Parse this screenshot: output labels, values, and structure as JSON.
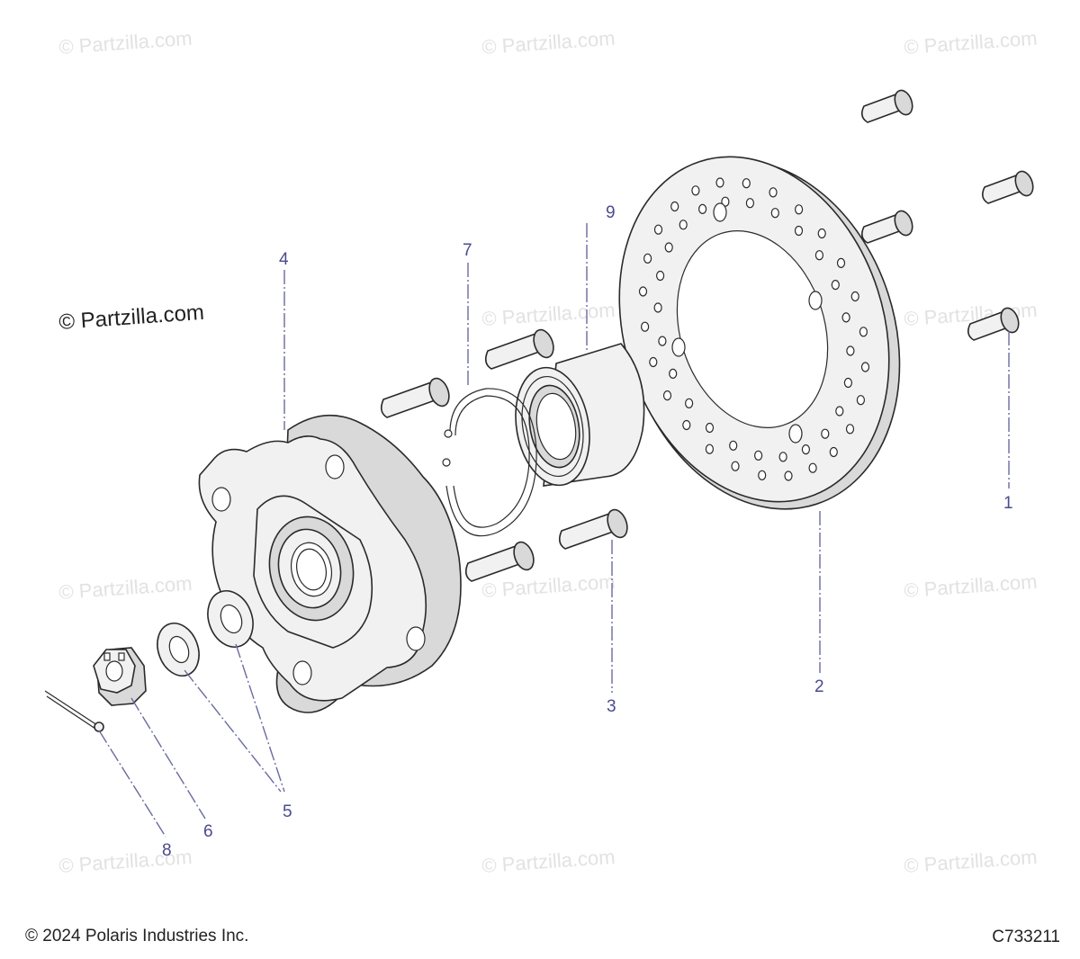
{
  "watermark": {
    "text": "© Partzilla.com",
    "main_text": "© Partzilla.com"
  },
  "callouts": [
    {
      "number": "1"
    },
    {
      "number": "2"
    },
    {
      "number": "3"
    },
    {
      "number": "4"
    },
    {
      "number": "5"
    },
    {
      "number": "6"
    },
    {
      "number": "7"
    },
    {
      "number": "8"
    },
    {
      "number": "9"
    }
  ],
  "footer": {
    "copyright": "© 2024 Polaris Industries Inc.",
    "diagram_id": "C733211"
  },
  "colors": {
    "callout": "#4b4b8f",
    "leader": "#6a6aa0",
    "watermark": "#e2e2e2"
  }
}
